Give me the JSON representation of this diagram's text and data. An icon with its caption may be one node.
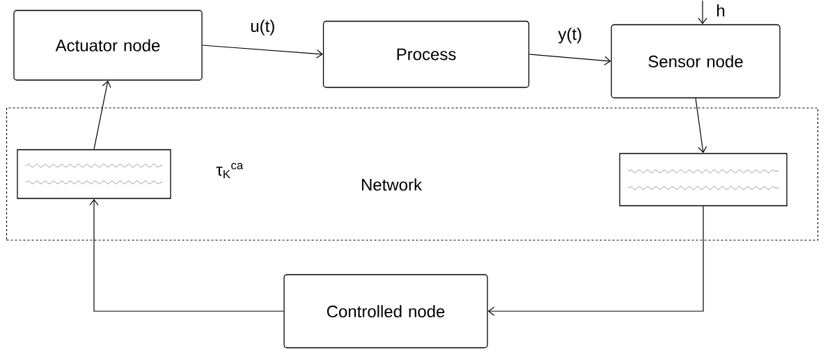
{
  "diagram": {
    "nodes": [
      {
        "text": [
          "Actuator node"
        ]
      },
      {
        "text": [
          "Process"
        ]
      },
      {
        "text": [
          "Sensor node"
        ]
      },
      {
        "text": [
          "Network"
        ]
      },
      {
        "text": [],
        "shape": "box",
        "in": 3
      },
      {
        "text": [],
        "shape": "box",
        "in": 3
      },
      {
        "text": [
          "Controlled node"
        ]
      }
    ],
    "edges": [
      {
        "from": 0,
        "to": 1,
        "arrow": "to",
        "label": "u(t)"
      },
      {
        "from": 1,
        "to": 2,
        "arrow": "to",
        "label": "y(t)"
      },
      {
        "from": null,
        "to": 2,
        "arrow": "to",
        "label": "h"
      },
      {
        "from": 2,
        "to": 5,
        "arrow": "to"
      },
      {
        "from": 5,
        "to": 6,
        "arrow": "to"
      },
      {
        "from": 6,
        "to": 4,
        "arrow": "to"
      },
      {
        "from": 4,
        "to": 0,
        "arrow": "to"
      }
    ],
    "labels": [
      "τ$_{K}$$^{ca}$"
    ]
  }
}
